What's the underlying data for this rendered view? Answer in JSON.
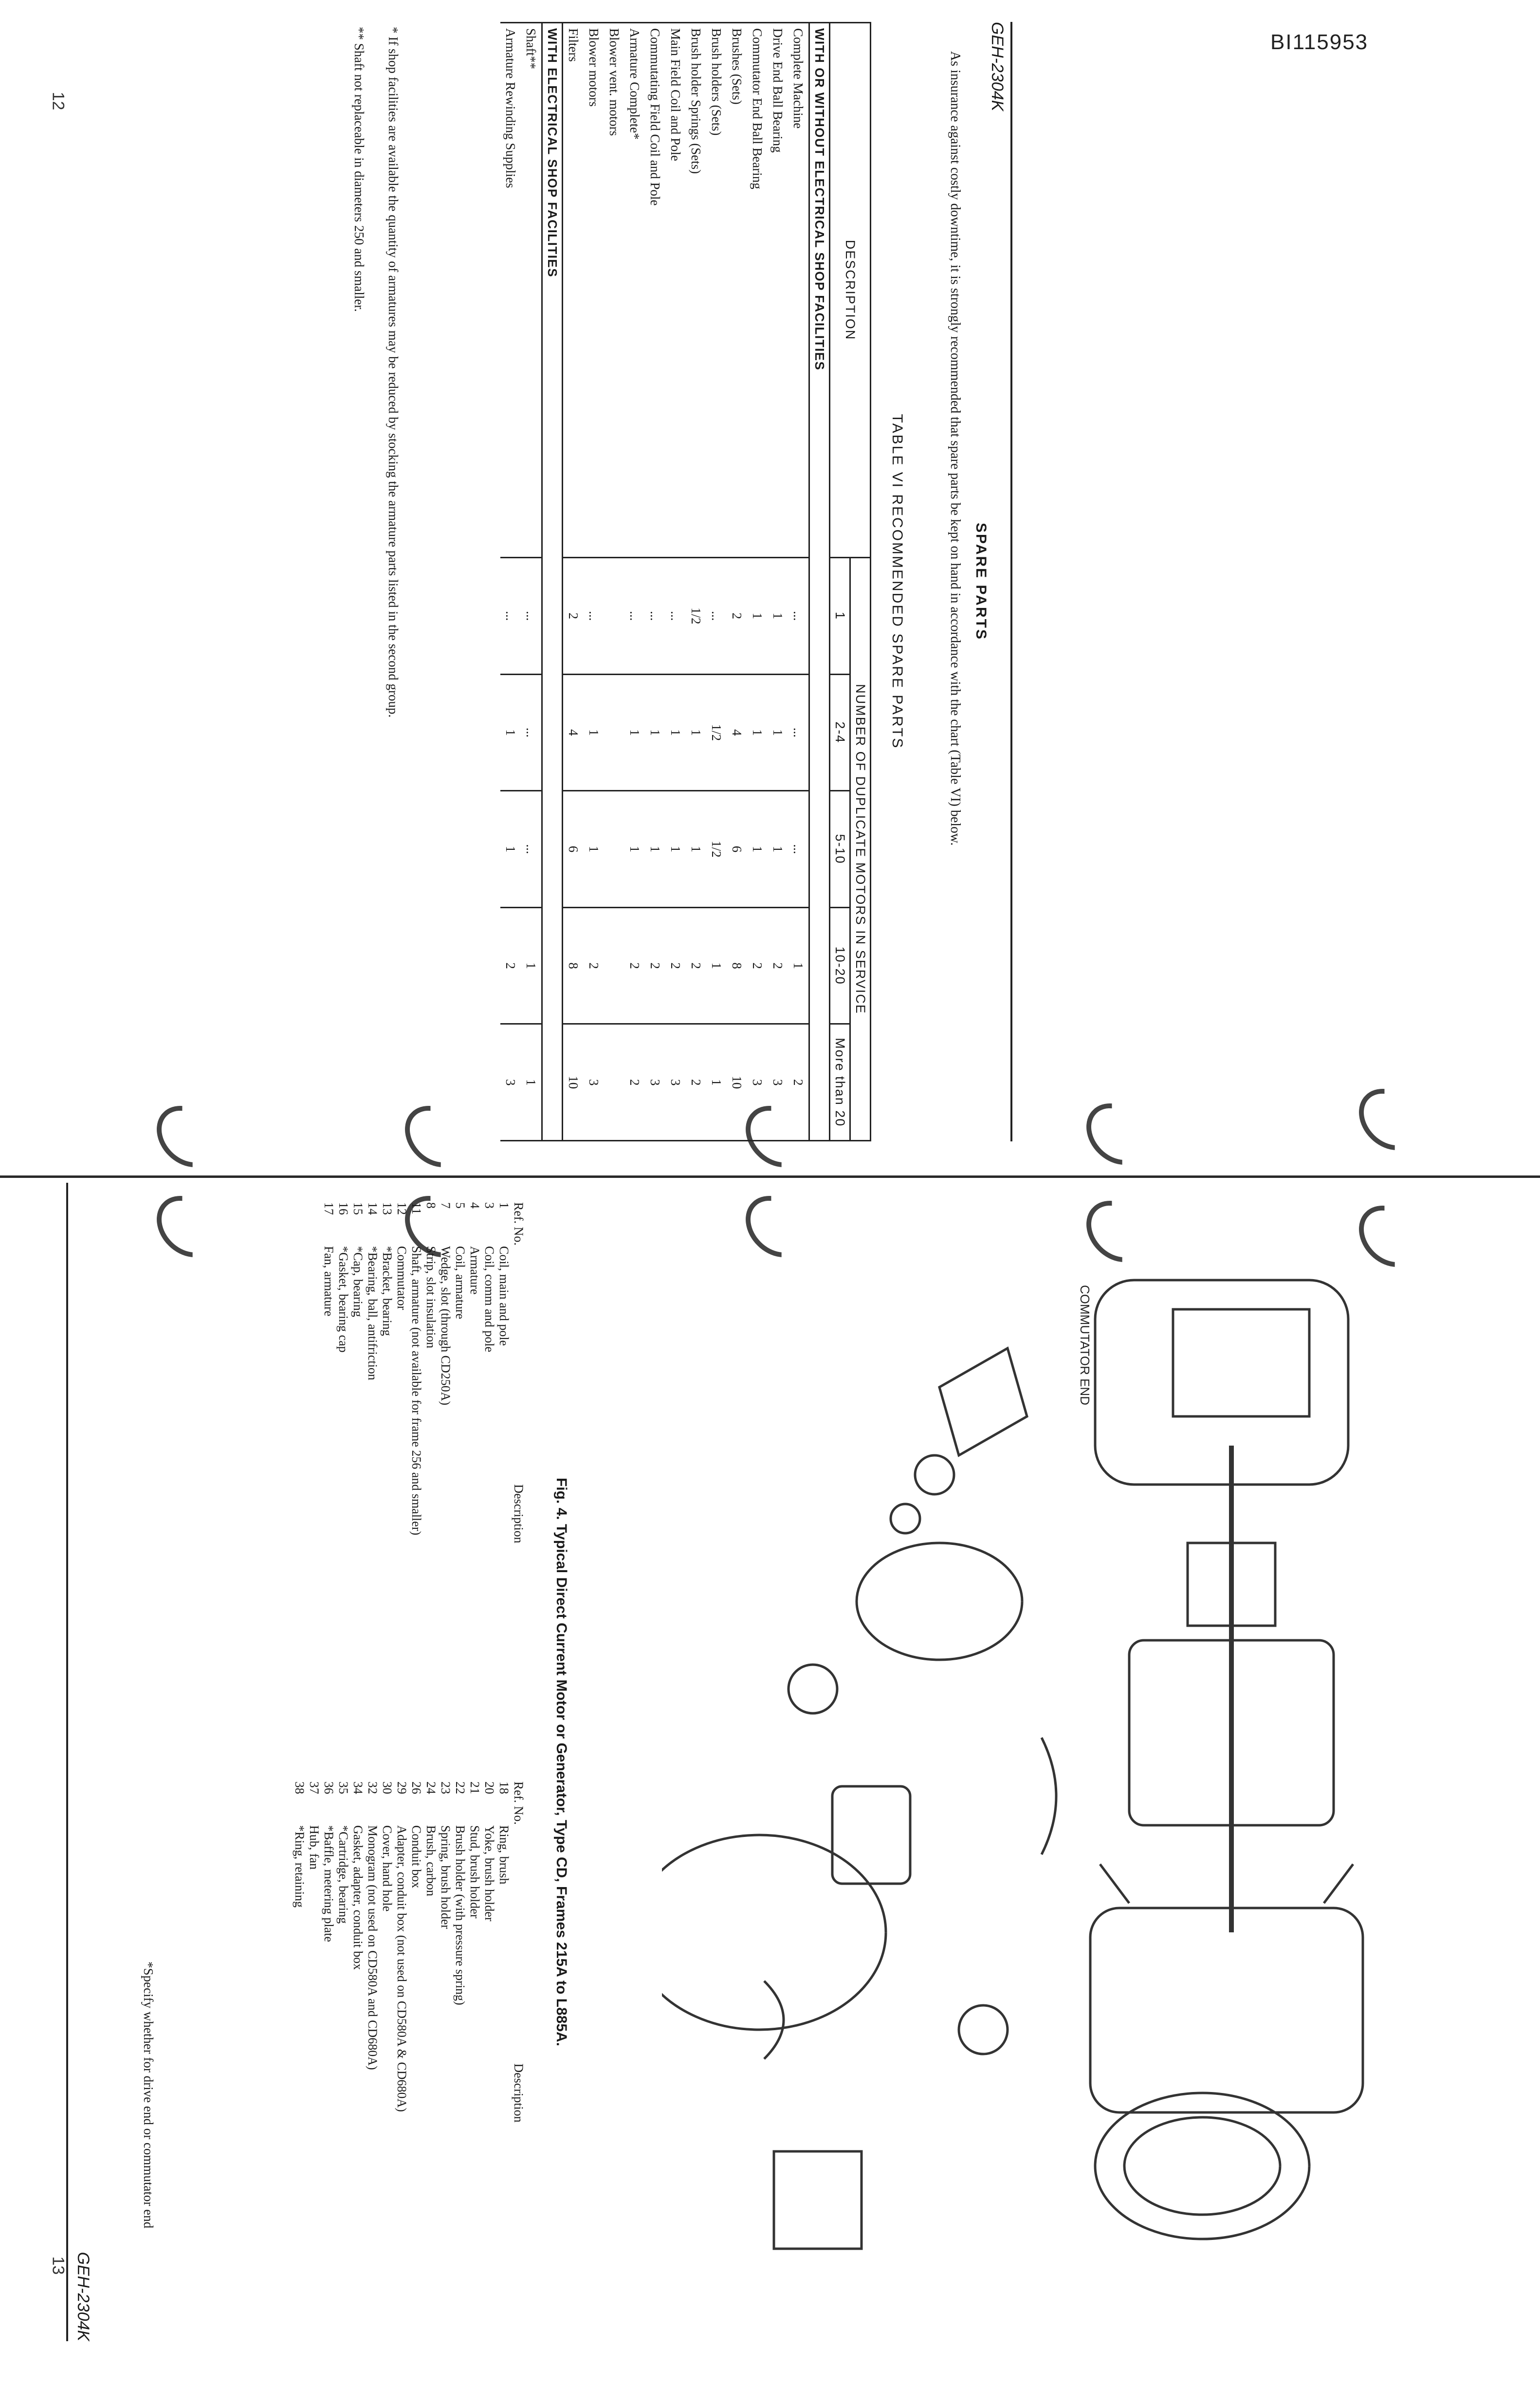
{
  "document_id": "BI115953",
  "page_numbers": {
    "left": "12",
    "right": "13"
  },
  "spare_parts": {
    "doc_code": "GEH-2304K",
    "section_title": "SPARE PARTS",
    "intro": "As insurance against costly downtime, it is strongly recommended that spare parts be kept on hand in accordance with the chart (Table VI) below.",
    "table_title": "TABLE VI RECOMMENDED SPARE PARTS",
    "header_description": "DESCRIPTION",
    "header_group": "NUMBER OF DUPLICATE MOTORS IN SERVICE",
    "columns": [
      "1",
      "2-4",
      "5-10",
      "10-20",
      "More than 20"
    ],
    "group1": "WITH OR WITHOUT ELECTRICAL SHOP FACILITIES",
    "rows1": [
      {
        "desc": "Complete Machine",
        "indent": 0,
        "vals": [
          "...",
          "...",
          "...",
          "1",
          "2"
        ]
      },
      {
        "desc": "Drive End Ball Bearing",
        "indent": 0,
        "vals": [
          "1",
          "1",
          "1",
          "2",
          "3"
        ]
      },
      {
        "desc": "Commutator End Ball Bearing",
        "indent": 0,
        "vals": [
          "1",
          "1",
          "1",
          "2",
          "3"
        ]
      },
      {
        "desc": "Brushes (Sets)",
        "indent": 0,
        "vals": [
          "2",
          "4",
          "6",
          "8",
          "10"
        ]
      },
      {
        "desc": "Brush holders (Sets)",
        "indent": 0,
        "vals": [
          "...",
          "1/2",
          "1/2",
          "1",
          "1"
        ]
      },
      {
        "desc": "Brush holder Springs (Sets)",
        "indent": 0,
        "vals": [
          "1/2",
          "1",
          "1",
          "2",
          "2"
        ]
      },
      {
        "desc": "Main Field Coil and Pole",
        "indent": 0,
        "vals": [
          "...",
          "1",
          "1",
          "2",
          "3"
        ]
      },
      {
        "desc": "Commutating Field Coil and Pole",
        "indent": 0,
        "vals": [
          "...",
          "1",
          "1",
          "2",
          "3"
        ]
      },
      {
        "desc": "Armature Complete*",
        "indent": 0,
        "vals": [
          "...",
          "1",
          "1",
          "2",
          "2"
        ]
      },
      {
        "desc": "Blower vent. motors",
        "indent": 0,
        "vals": [
          "",
          "",
          "",
          "",
          ""
        ]
      },
      {
        "desc": "Blower motors",
        "indent": 1,
        "vals": [
          "...",
          "1",
          "1",
          "2",
          "3"
        ]
      },
      {
        "desc": "Filters",
        "indent": 2,
        "vals": [
          "2",
          "4",
          "6",
          "8",
          "10"
        ]
      }
    ],
    "group2": "WITH ELECTRICAL SHOP FACILITIES",
    "rows2": [
      {
        "desc": "Shaft**",
        "indent": 0,
        "vals": [
          "...",
          "...",
          "...",
          "1",
          "1"
        ]
      },
      {
        "desc": "Armature Rewinding Supplies",
        "indent": 0,
        "vals": [
          "...",
          "1",
          "1",
          "2",
          "3"
        ]
      }
    ],
    "footnote1": "* If shop facilities are available the quantity of armatures may be reduced by stocking the armature parts listed in the second group.",
    "footnote2": "** Shaft not replaceable in diameters 250 and smaller."
  },
  "figure_page": {
    "doc_code": "GEH-2304K",
    "caption": "Fig. 4. Typical Direct Current Motor or Generator, Type CD, Frames 215A to L885A.",
    "drawing_label": "COMMUTATOR END",
    "legend_header": {
      "ref": "Ref. No.",
      "desc": "Description"
    },
    "legend_left": [
      {
        "ref": "1",
        "desc": "Coil, main and pole"
      },
      {
        "ref": "3",
        "desc": "Coil, comm and pole"
      },
      {
        "ref": "4",
        "desc": "Armature"
      },
      {
        "ref": "5",
        "desc": "Coil, armature"
      },
      {
        "ref": "7",
        "desc": "Wedge, slot (through CD250A)"
      },
      {
        "ref": "8",
        "desc": "Strip, slot insulation"
      },
      {
        "ref": "11",
        "desc": "Shaft, armature (not available for frame 256 and smaller)"
      },
      {
        "ref": "12",
        "desc": "Commutator"
      },
      {
        "ref": "13",
        "desc": "*Bracket, bearing"
      },
      {
        "ref": "14",
        "desc": "*Bearing, ball, antifriction"
      },
      {
        "ref": "15",
        "desc": "*Cap, bearing"
      },
      {
        "ref": "16",
        "desc": "*Gasket, bearing cap"
      },
      {
        "ref": "17",
        "desc": "Fan, armature"
      }
    ],
    "legend_right": [
      {
        "ref": "18",
        "desc": "Ring, brush"
      },
      {
        "ref": "20",
        "desc": "Yoke, brush holder"
      },
      {
        "ref": "21",
        "desc": "Stud, brush holder"
      },
      {
        "ref": "22",
        "desc": "Brush holder (with pressure spring)"
      },
      {
        "ref": "23",
        "desc": "Spring, brush holder"
      },
      {
        "ref": "24",
        "desc": "Brush, carbon"
      },
      {
        "ref": "26",
        "desc": "Conduit box"
      },
      {
        "ref": "29",
        "desc": "Adapter, conduit box (not used on CD580A & CD680A)"
      },
      {
        "ref": "30",
        "desc": "Cover, hand hole"
      },
      {
        "ref": "32",
        "desc": "Monogram (not used on CD580A and CD680A)"
      },
      {
        "ref": "34",
        "desc": "Gasket, adapter, conduit box"
      },
      {
        "ref": "35",
        "desc": "*Cartridge, bearing"
      },
      {
        "ref": "36",
        "desc": "*Baffle, metering plate"
      },
      {
        "ref": "37",
        "desc": "Hub, fan"
      },
      {
        "ref": "38",
        "desc": "*Ring, retaining"
      }
    ],
    "specify_note": "*Specify whether for drive end or commutator end"
  }
}
